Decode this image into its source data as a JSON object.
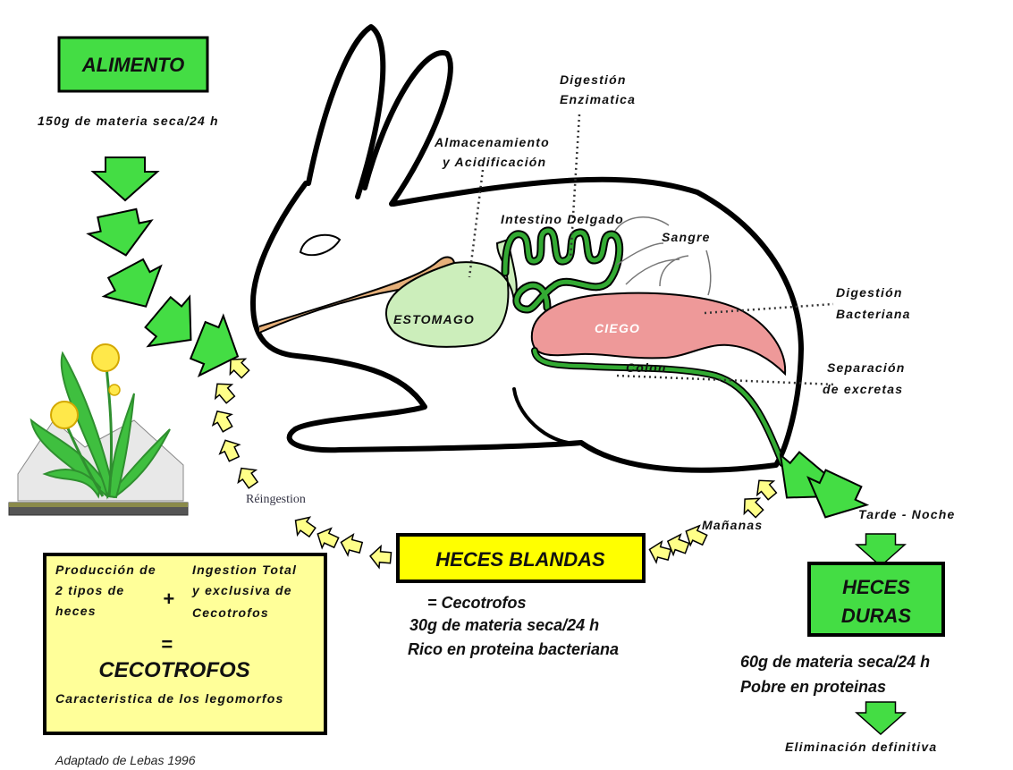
{
  "alimento": {
    "title": "ALIMENTO",
    "amount": "150g de materia seca/24 h"
  },
  "organs": {
    "estomago": "ESTOMAGO",
    "ciego": "CIEGO",
    "intestino": "Intestino Delgado",
    "sangre": "Sangre",
    "colon": "Colon"
  },
  "processes": {
    "almacenamiento_1": "Almacenamiento",
    "almacenamiento_2": "y Acidificación",
    "enzimatica_1": "Digestión",
    "enzimatica_2": "Enzimatica",
    "bacteriana_1": "Digestión",
    "bacteriana_2": "Bacteriana",
    "separacion_1": "Separación",
    "separacion_2": "de excretas"
  },
  "cycle": {
    "reingestion": "Réingestion",
    "mananas": "Mañanas",
    "tarde_noche": "Tarde - Noche"
  },
  "heces_blandas": {
    "title": "HECES BLANDAS",
    "line1": "= Cecotrofos",
    "line2": "30g de materia seca/24 h",
    "line3": "Rico en proteina bacteriana"
  },
  "heces_duras": {
    "title_1": "HECES",
    "title_2": "DURAS",
    "line1": "60g de materia seca/24 h",
    "line2": "Pobre en proteinas",
    "final": "Eliminación definitiva"
  },
  "summary": {
    "left_1": "Producción de",
    "left_2": "2 tipos de",
    "left_3": "heces",
    "plus": "+",
    "right_1": "Ingestion Total",
    "right_2": "y exclusiva de",
    "right_3": "Cecotrofos",
    "equals": "=",
    "title": "CECOTROFOS",
    "caption": "Caracteristica de los legomorfos"
  },
  "credit": "Adaptado de Lebas 1996",
  "colors": {
    "arrow_green": "#44dd44",
    "arrow_yellow": "#ffff88",
    "box_yellow": "#ffff00",
    "summary_bg": "#ffff99",
    "stomach": "#cceebb",
    "cecum": "#ee9999",
    "intestine": "#33aa33"
  }
}
